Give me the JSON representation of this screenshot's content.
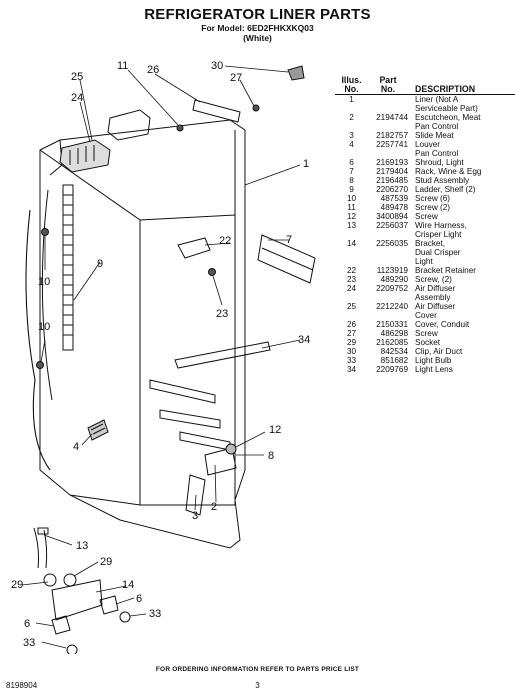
{
  "header": {
    "title": "REFRIGERATOR LINER PARTS",
    "model_line": "For Model: 6ED2FHKXKQ03",
    "color_line": "(White)"
  },
  "table": {
    "headers": {
      "illus_top": "Illus.",
      "illus_bottom": "No.",
      "part_top": "Part",
      "part_bottom": "No.",
      "description": "DESCRIPTION"
    },
    "rows": [
      {
        "illus": "1",
        "part": "",
        "desc": [
          "Liner (Not A",
          "Serviceable Part)"
        ]
      },
      {
        "illus": "2",
        "part": "2194744",
        "desc": [
          "Escutcheon, Meat",
          "Pan Control"
        ]
      },
      {
        "illus": "3",
        "part": "2182757",
        "desc": [
          "Slide Meat"
        ]
      },
      {
        "illus": "4",
        "part": "2257741",
        "desc": [
          "Louver",
          "Pan Control"
        ]
      },
      {
        "illus": "6",
        "part": "2169193",
        "desc": [
          "Shroud, Light"
        ]
      },
      {
        "illus": "7",
        "part": "2179404",
        "desc": [
          "Rack, Wine & Egg"
        ]
      },
      {
        "illus": "8",
        "part": "2196485",
        "desc": [
          "Stud Assembly"
        ]
      },
      {
        "illus": "9",
        "part": "2206270",
        "desc": [
          "Ladder, Shelf (2)"
        ]
      },
      {
        "illus": "10",
        "part": "487539",
        "desc": [
          "Screw (6)"
        ]
      },
      {
        "illus": "11",
        "part": "489478",
        "desc": [
          "Screw (2)"
        ]
      },
      {
        "illus": "12",
        "part": "3400894",
        "desc": [
          "Screw"
        ]
      },
      {
        "illus": "13",
        "part": "2256037",
        "desc": [
          "Wire Harness,",
          "Crisper Light"
        ]
      },
      {
        "illus": "14",
        "part": "2256035",
        "desc": [
          "Bracket,",
          "Dual Crisper",
          "Light"
        ]
      },
      {
        "illus": "22",
        "part": "1123919",
        "desc": [
          "Bracket Retainer"
        ]
      },
      {
        "illus": "23",
        "part": "489290",
        "desc": [
          "Screw, (2)"
        ]
      },
      {
        "illus": "24",
        "part": "2209752",
        "desc": [
          "Air Diffuser",
          "Assembly"
        ]
      },
      {
        "illus": "25",
        "part": "2212240",
        "desc": [
          "Air Diffuser",
          "Cover"
        ]
      },
      {
        "illus": "26",
        "part": "2150331",
        "desc": [
          "Cover, Conduit"
        ]
      },
      {
        "illus": "27",
        "part": "486298",
        "desc": [
          "Screw"
        ]
      },
      {
        "illus": "29",
        "part": "2162085",
        "desc": [
          "Socket"
        ]
      },
      {
        "illus": "30",
        "part": "842534",
        "desc": [
          "Clip, Air Duct"
        ]
      },
      {
        "illus": "33",
        "part": "851682",
        "desc": [
          "Light Bulb"
        ]
      },
      {
        "illus": "34",
        "part": "2209769",
        "desc": [
          "Light Lens"
        ]
      }
    ]
  },
  "diagram": {
    "callouts": {
      "c25": "25",
      "c11": "11",
      "c26": "26",
      "c30": "30",
      "c27": "27",
      "c24": "24",
      "c1": "1",
      "c9": "9",
      "c10a": "10",
      "c10b": "10",
      "c22": "22",
      "c7": "7",
      "c23": "23",
      "c34": "34",
      "c4": "4",
      "c12": "12",
      "c8": "8",
      "c3": "3",
      "c2": "2",
      "c13": "13",
      "c29a": "29",
      "c29b": "29",
      "c14": "14",
      "c6a": "6",
      "c33a": "33",
      "c6b": "6",
      "c33b": "33"
    }
  },
  "footer": {
    "ordering_note": "FOR ORDERING INFORMATION REFER TO PARTS PRICE LIST",
    "doc_number": "8198904",
    "page_number": "3"
  }
}
